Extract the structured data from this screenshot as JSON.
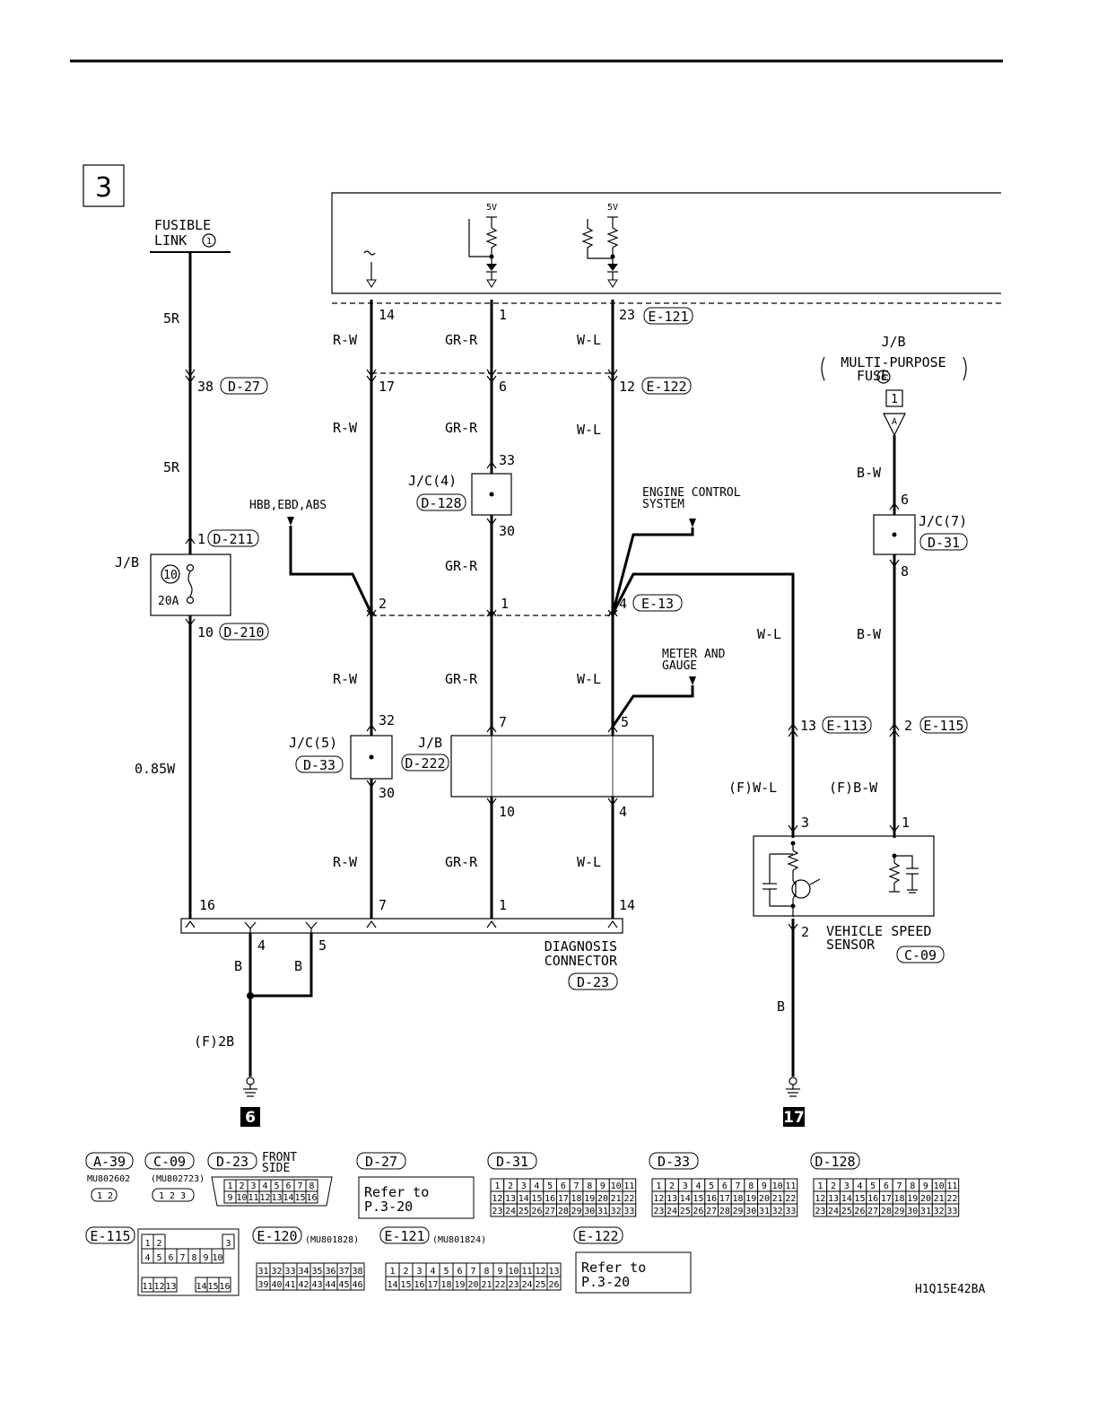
{
  "page": {
    "section_number": "3",
    "figure_code": "H1Q15E42BA"
  },
  "sources": {
    "fusible_link": [
      "FUSIBLE",
      "LINK"
    ],
    "fusible_link_no": "1",
    "jb_mp_fuse": [
      "J/B",
      "MULTI-PURPOSE",
      "FUSE"
    ],
    "jb_mp_fuse_no": "6",
    "ref_box": "1",
    "ref_letter": "A"
  },
  "ecu": {
    "supply_a": "5V",
    "supply_b": "5V"
  },
  "wires": {
    "w5r_a": "5R",
    "w5r_b": "5R",
    "w085w": "0.85W",
    "rw_1": "R-W",
    "rw_2": "R-W",
    "rw_3": "R-W",
    "rw_4": "R-W",
    "grr_1": "GR-R",
    "grr_2": "GR-R",
    "grr_3": "GR-R",
    "grr_4": "GR-R",
    "grr_5": "GR-R",
    "wl_1": "W-L",
    "wl_2": "W-L",
    "wl_3": "W-L",
    "wl_4": "W-L",
    "wl_5": "W-L",
    "fwl": "(F)W-L",
    "bw_1": "B-W",
    "bw_2": "B-W",
    "fbw": "(F)B-W",
    "b_1": "B",
    "b_2": "B",
    "b_3": "B",
    "f2b": "(F)2B"
  },
  "pins": {
    "p38": "38",
    "p1_fl": "1",
    "p10_fl": "10",
    "p16": "16",
    "p14_top": "14",
    "p17": "17",
    "p2_rw": "2",
    "p32": "32",
    "p30_rw": "30",
    "p7_dc": "7",
    "p1_top": "1",
    "p6": "6",
    "p33": "33",
    "p30_gr": "30",
    "p1_gr": "1",
    "p7_jb": "7",
    "p10_jb": "10",
    "p1_dc": "1",
    "p23": "23",
    "p12": "12",
    "p4_wl": "4",
    "p5_wl": "5",
    "p4_jb": "4",
    "p14_dc": "14",
    "p6_bw": "6",
    "p8_bw": "8",
    "p2_bw": "2",
    "p1_vss": "1",
    "p13": "13",
    "p3_vss": "3",
    "p2_vss": "2",
    "p4_dc": "4",
    "p5_dc": "5"
  },
  "connectors": {
    "d27": "D-27",
    "d211": "D-211",
    "d210": "D-210",
    "e121": "E-121",
    "e122": "E-122",
    "e13": "E-13",
    "d128": "D-128",
    "d33": "D-33",
    "d222": "D-222",
    "d31": "D-31",
    "e113": "E-113",
    "e115": "E-115",
    "c09": "C-09",
    "d23": "D-23"
  },
  "components": {
    "jb_left": "J/B",
    "fuse_no": "10",
    "fuse_amp": "20A",
    "jc4": "J/C(4)",
    "jc5": "J/C(5)",
    "jc7": "J/C(7)",
    "jb_mid": "J/B",
    "diag": [
      "DIAGNOSIS",
      "CONNECTOR"
    ],
    "vss": [
      "VEHICLE SPEED",
      "SENSOR"
    ]
  },
  "destinations": {
    "hbb": "HBB,EBD,ABS",
    "ecs": [
      "ENGINE CONTROL",
      "SYSTEM"
    ],
    "mg": [
      "METER AND",
      "GAUGE"
    ]
  },
  "grounds": {
    "g6": "6",
    "g17": "17"
  },
  "legend": {
    "a39": "A-39",
    "a39_part": "MU802602",
    "c09": "C-09",
    "c09_part": "(MU802723)",
    "d23": "D-23",
    "d23_note": [
      "FRONT",
      "SIDE"
    ],
    "d27": "D-27",
    "d27_ref": [
      "Refer to",
      "P.3-20"
    ],
    "d31": "D-31",
    "d33": "D-33",
    "d128": "D-128",
    "e115": "E-115",
    "e120": "E-120",
    "e120_part": "(MU801828)",
    "e121": "E-121",
    "e121_part": "(MU801824)",
    "e122": "E-122",
    "e122_ref": [
      "Refer to",
      "P.3-20"
    ]
  }
}
